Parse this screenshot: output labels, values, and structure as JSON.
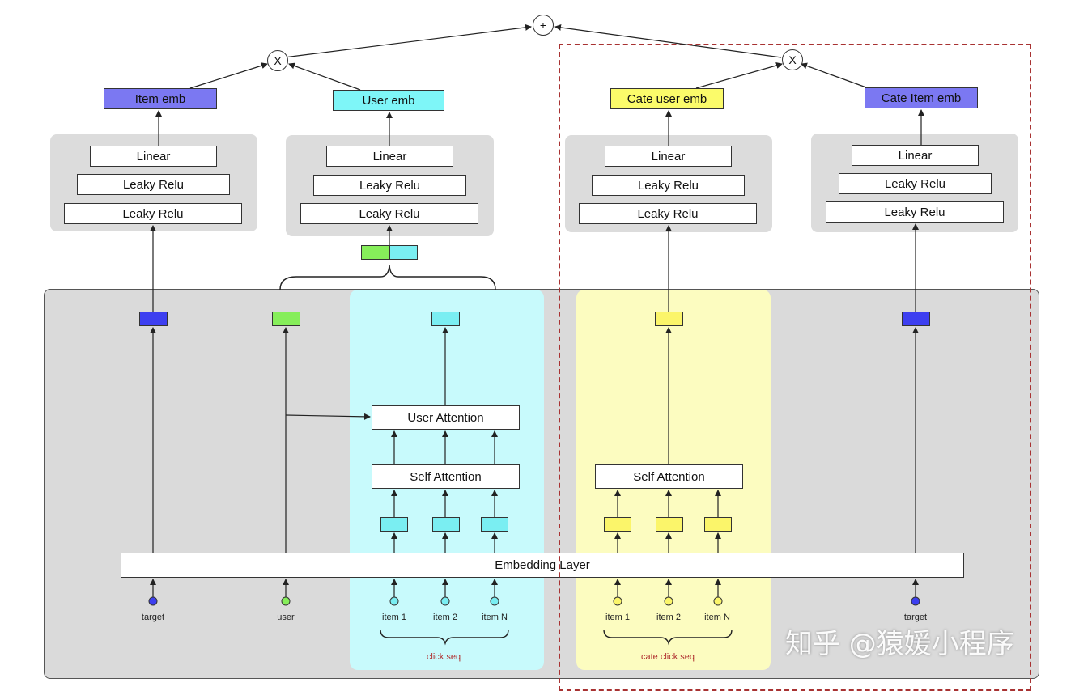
{
  "ops": {
    "plus": "+",
    "times": "X"
  },
  "towers": {
    "item": {
      "title": "Item emb",
      "linear": "Linear",
      "relu1": "Leaky Relu",
      "relu2": "Leaky Relu"
    },
    "user": {
      "title": "User emb",
      "linear": "Linear",
      "relu1": "Leaky Relu",
      "relu2": "Leaky Relu"
    },
    "cate_user": {
      "title": "Cate user emb",
      "linear": "Linear",
      "relu1": "Leaky Relu",
      "relu2": "Leaky Relu"
    },
    "cate_item": {
      "title": "Cate Item emb",
      "linear": "Linear",
      "relu1": "Leaky Relu",
      "relu2": "Leaky Relu"
    }
  },
  "blocks": {
    "user_attention": "User Attention",
    "self_attention_left": "Self Attention",
    "self_attention_right": "Self Attention",
    "embedding_layer": "Embedding Layer"
  },
  "inputs": {
    "target_left": "target",
    "user": "user",
    "item1_left": "item 1",
    "item2_left": "item 2",
    "itemN_left": "item N",
    "item1_right": "item 1",
    "item2_right": "item 2",
    "itemN_right": "item N",
    "target_right": "target"
  },
  "sequences": {
    "click_seq": "click seq",
    "cate_click_seq": "cate click seq"
  },
  "watermark": "知乎 @猿媛小程序",
  "colors": {
    "item_emb": "#7b78f2",
    "user_emb": "#7ef6f8",
    "cate_user_emb": "#fbfb6a",
    "cate_item_emb": "#7b78f2",
    "blue_vec": "#3d3ff0",
    "green_vec": "#86ee5a",
    "cyan_vec": "#7aeef2",
    "yellow_vec": "#fbf56a",
    "dashed_border": "#a83232"
  }
}
